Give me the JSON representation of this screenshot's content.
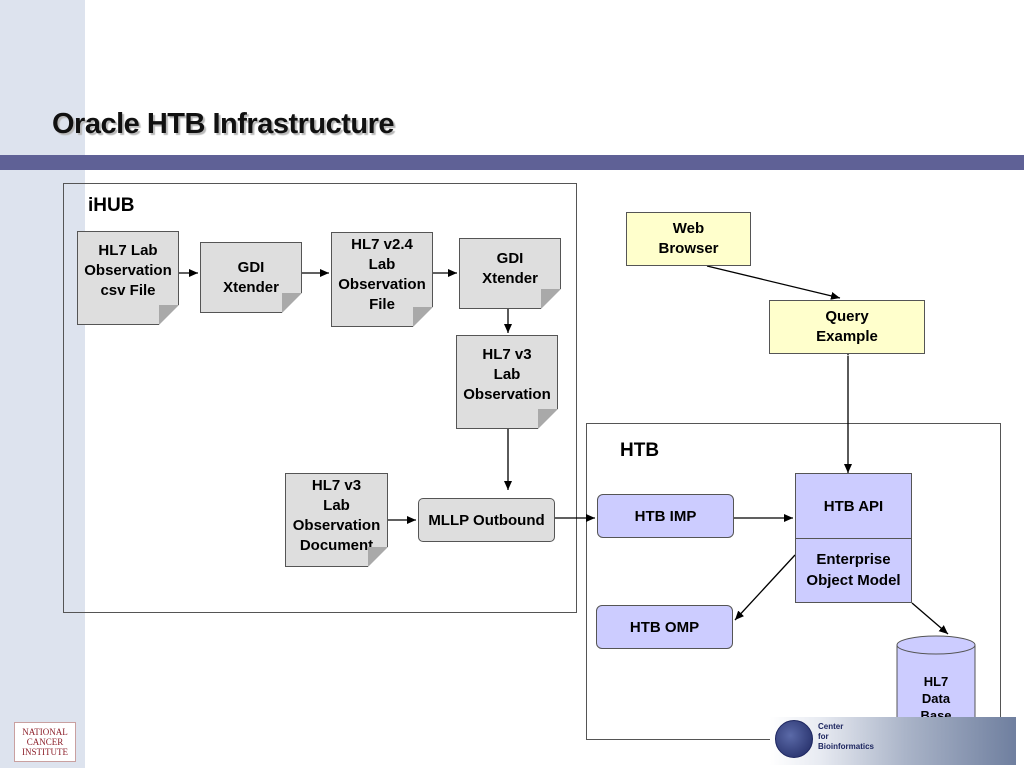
{
  "slide": {
    "title": "Oracle HTB Infrastructure"
  },
  "ihub": {
    "label": "iHUB",
    "hl7_lab_csv": "HL7 Lab\nObservation\ncsv File",
    "gdi_xtender_1": "GDI\nXtender",
    "hl7_v24_file": "HL7 v2.4\nLab\nObservation\nFile",
    "gdi_xtender_2": "GDI\nXtender",
    "hl7_v3_lab_obs": "HL7 v3\nLab\nObservation",
    "hl7_v3_doc": "HL7 v3\nLab\nObservation\nDocument",
    "mllp_outbound": "MLLP Outbound"
  },
  "external": {
    "web_browser": "Web\nBrowser",
    "query_example": "Query\nExample"
  },
  "htb": {
    "label": "HTB",
    "htb_imp": "HTB IMP",
    "htb_api": "HTB API",
    "enterprise_object_model": "Enterprise\nObject Model",
    "htb_omp": "HTB OMP",
    "hl7_database": "HL7\nData\nBase"
  },
  "footer": {
    "nci_logo_text": "NATIONAL\nCANCER\nINSTITUTE",
    "cbi_text": "Center\nfor\nBioinformatics"
  },
  "colors": {
    "title_bar": "#5f6196",
    "sidebar": "#dde3ee",
    "document_fill": "#dedede",
    "htb_component_fill": "#ccccff",
    "query_fill": "#ffffcc"
  }
}
